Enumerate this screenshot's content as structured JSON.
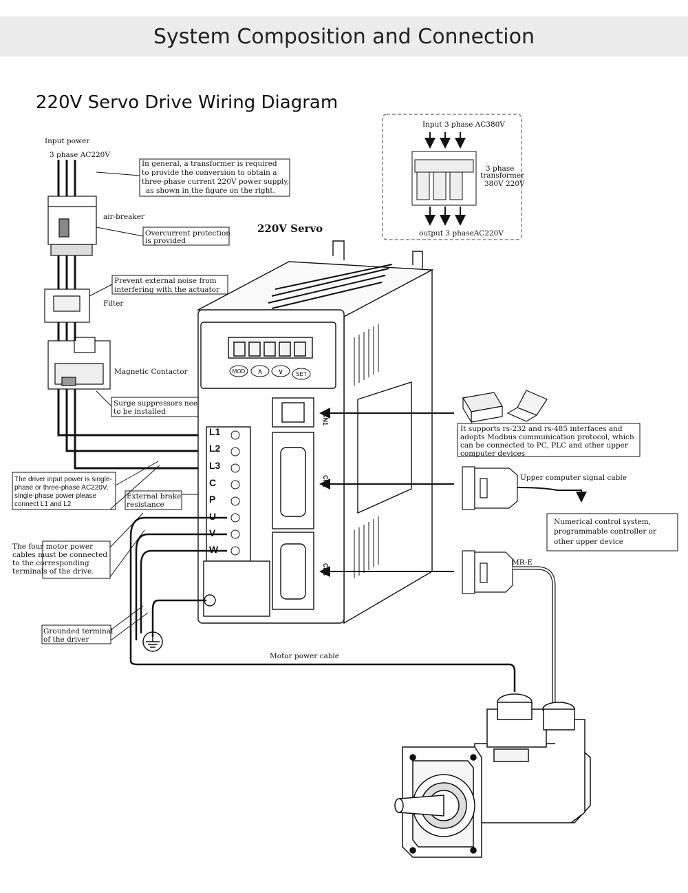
{
  "page": {
    "banner_title": "System Composition and Connection",
    "diagram_title": "220V Servo Drive Wiring Diagram"
  },
  "power": {
    "input_label": "Input power",
    "phase_label": "3 phase AC220V",
    "air_breaker": "air-breaker",
    "filter": "Filter",
    "contactor": "Magnetic Contactor"
  },
  "notes": {
    "transformer_note": [
      "In general, a transformer is required",
      "to provide the conversion to obtain a",
      "three-phase current 220V power supply,",
      "as shown in the figure on the right."
    ],
    "overcurrent": [
      "Overcurrent protection",
      "is provided"
    ],
    "noise": [
      "Prevent external noise from",
      "interfering with the actuator"
    ],
    "surge": [
      "Surge suppressors need",
      "to be installed"
    ],
    "driver_input": [
      "The driver input power is single-",
      "phase or three-phase AC220V,",
      "single-phase power please",
      "connect L1 and L2"
    ],
    "brake": [
      "External brake",
      "resistance"
    ],
    "motor_cables": [
      "The four motor power",
      "cables must be connected",
      "to the corresponding",
      "terminals of the drive."
    ],
    "ground": [
      "Grounded terminal",
      "of the driver"
    ],
    "comm": [
      "It supports rs-232 and rs-485 interfaces and",
      "adopts Modbus communication protocol, which",
      "can be connected to PC, PLC and other upper",
      "computer devices"
    ],
    "upper_devices": [
      "Numerical control system,",
      "programmable controller or",
      "other upper device"
    ]
  },
  "transformer": {
    "input": "Input 3 phase AC380V",
    "label": [
      "3 phase",
      "transformer",
      "380V 220V"
    ],
    "output": "output 3 phaseAC220V"
  },
  "servo": {
    "title": "220V Servo",
    "keys": [
      "MOD",
      "∧",
      "∨",
      "SET"
    ],
    "terminals": [
      "L1",
      "L2",
      "L3",
      "C",
      "P",
      "U",
      "V",
      "W"
    ],
    "ports": [
      "CN1",
      "CN2",
      "CN3"
    ]
  },
  "cables": {
    "upper_signal": "Upper computer signal cable",
    "encoder": "MR-E",
    "motor_power": "Motor power cable"
  }
}
